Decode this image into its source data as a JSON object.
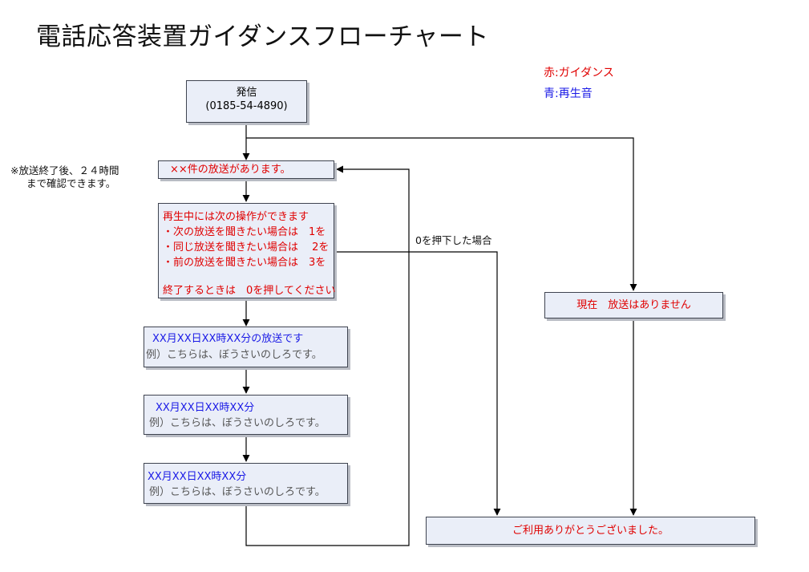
{
  "title": "電話応答装置ガイダンスフローチャート",
  "legend": {
    "red": "赤:ガイダンス",
    "blue": "青:再生音"
  },
  "nodes": {
    "call": {
      "line1": "発信",
      "line2": "(0185-54-4890)"
    },
    "announce": "××件の放送があります。",
    "menu": {
      "l1": "再生中には次の操作ができます",
      "l2": "・次の放送を聞きたい場合は　1を",
      "l3": "・同じ放送を聞きたい場合は　 2を",
      "l4": "・前の放送を聞きたい場合は　3を",
      "l5": "終了するときは　0を押してください"
    },
    "msg1": {
      "line1": "XX月XX日XX時XX分の放送です",
      "line2": "例）こちらは、ぼうさいのしろです。"
    },
    "msg2": {
      "line1": "XX月XX日XX時XX分",
      "line2": "例）こちらは、ぼうさいのしろです。"
    },
    "msg3": {
      "line1": "XX月XX日XX時XX分",
      "line2": "例）こちらは、ぼうさいのしろです。"
    },
    "none": "現在　放送はありません",
    "end": "ご利用ありがとうございました。"
  },
  "notes": {
    "retention1": "※放送終了後、２４時間",
    "retention2": "まで確認できます。",
    "zero_pressed": "0を押下した場合"
  },
  "colors": {
    "guidance": "#e00000",
    "playback": "#1a1ae6",
    "box_fill": "#eaeef8",
    "box_border": "#3f4450"
  }
}
